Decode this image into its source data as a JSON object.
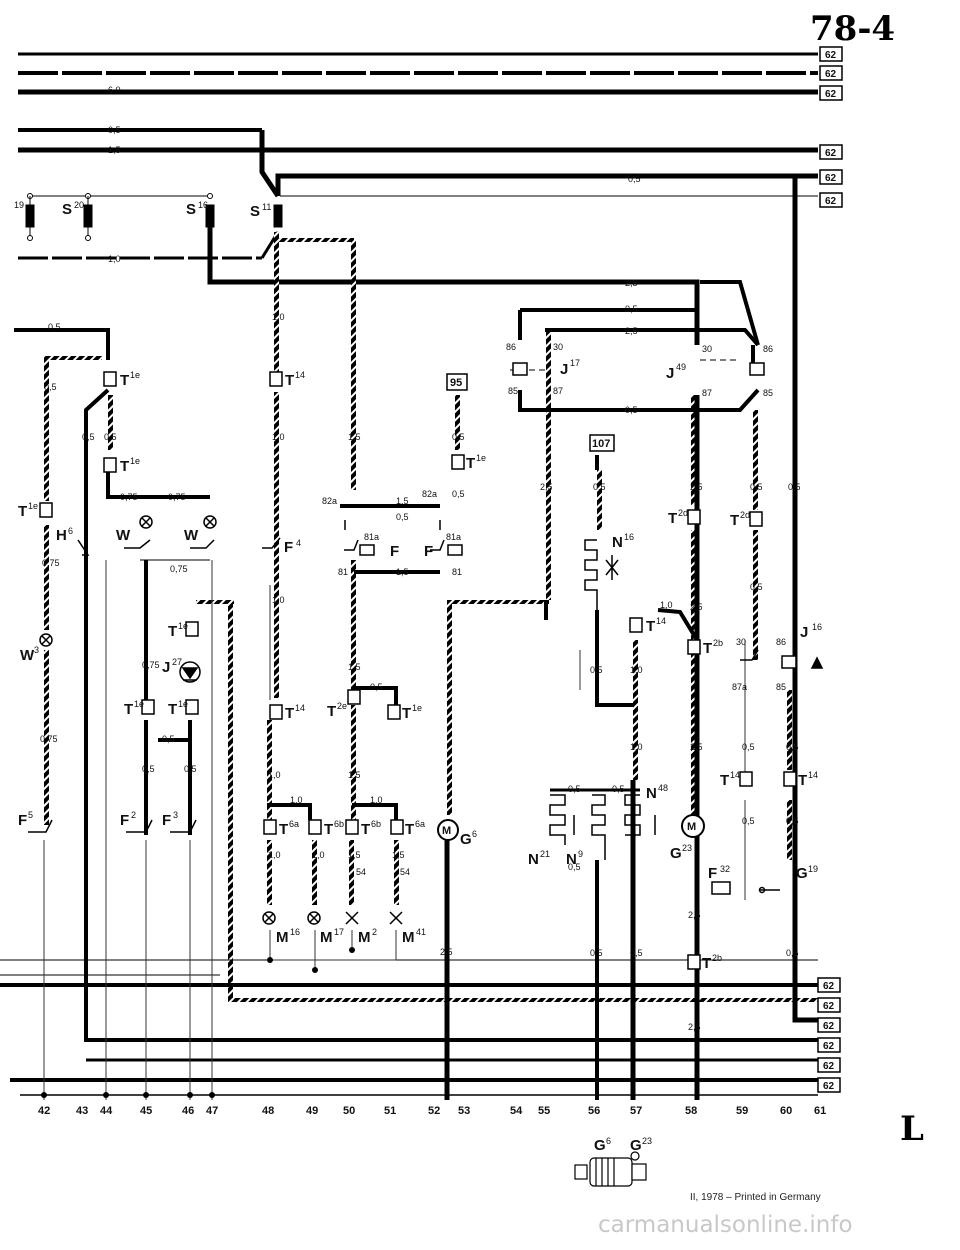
{
  "page_ref": "78-4",
  "corner_mark": "L",
  "footer": "II, 1978 – Printed in Germany",
  "watermark": "carmanualsonline.info",
  "ref_box_label": "62",
  "components": {
    "S20": "S",
    "S20_sup": "20",
    "S16": "S",
    "S16_sup": "16",
    "S11": "S",
    "S11_sup": "11",
    "S19_sup": "19",
    "T1e": "T",
    "T1e_sup": "1e",
    "T14": "T",
    "T14_sup": "14",
    "T2e": "T",
    "T2e_sup": "2e",
    "T2d": "T",
    "T2d_sup": "2d",
    "T2b": "T",
    "T2b_sup": "2b",
    "T6a": "T",
    "T6a_sup": "6a",
    "T6b": "T",
    "T6b_sup": "6b",
    "H6": "H",
    "H6_sup": "6",
    "W": "W",
    "W3": "W",
    "W3_sup": "3",
    "F4": "F",
    "F4_sup": "4",
    "F5": "F",
    "F5_sup": "5",
    "F2": "F",
    "F2_sup": "2",
    "F3": "F",
    "F3_sup": "3",
    "F32": "F",
    "F32_sup": "32",
    "F": "F",
    "J17": "J",
    "J17_sup": "17",
    "J49": "J",
    "J49_sup": "49",
    "J16": "J",
    "J16_sup": "16",
    "J27": "J",
    "J27_sup": "27",
    "N16": "N",
    "N16_sup": "16",
    "N48": "N",
    "N48_sup": "48",
    "N21": "N",
    "N21_sup": "21",
    "N9": "N",
    "N9_sup": "9",
    "G6": "G",
    "G6_sup": "6",
    "G23": "G",
    "G23_sup": "23",
    "G19": "G",
    "G19_sup": "19",
    "M16": "M",
    "M16_sup": "16",
    "M17": "M",
    "M17_sup": "17",
    "M2": "M",
    "M2_sup": "2",
    "M41": "M",
    "M41_sup": "41",
    "motor": "M",
    "fuse_95": "95",
    "fuse_107": "107"
  },
  "terminals": {
    "t86": "86",
    "t30": "30",
    "t85": "85",
    "t87": "87",
    "t87a": "87a",
    "t82a": "82a",
    "t81a": "81a",
    "t81": "81",
    "t54": "54"
  },
  "wire_sizes": {
    "s05": "0,5",
    "s15": "1,5",
    "s10": "1,0",
    "s25": "2,5",
    "s60": "6,0",
    "s075": "0,75"
  },
  "bottom_numbers": [
    "42",
    "43",
    "44",
    "45",
    "46",
    "47",
    "48",
    "49",
    "50",
    "51",
    "52",
    "53",
    "54",
    "55",
    "56",
    "57",
    "58",
    "59",
    "60",
    "61"
  ],
  "legend_bottom": {
    "g6": "G",
    "g6_sup": "6",
    "g23": "G",
    "g23_sup": "23"
  },
  "colors": {
    "ink": "#000000",
    "paper": "#ffffff",
    "wire_gray": "#555555"
  }
}
